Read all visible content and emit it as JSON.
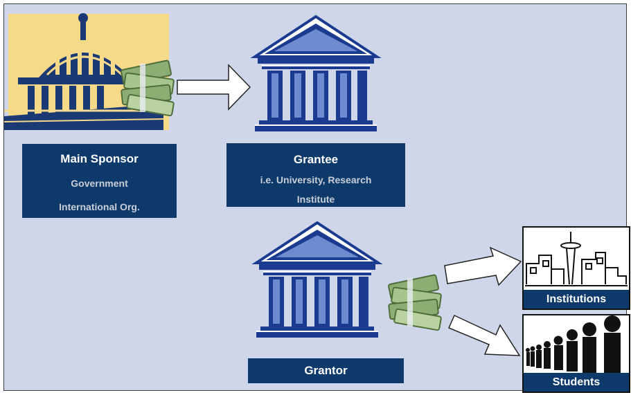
{
  "nodes": {
    "main_sponsor": {
      "title": "Main Sponsor",
      "line1": "Government",
      "line2": "International Org."
    },
    "grantee": {
      "title": "Grantee",
      "line1": "i.e. University, Research",
      "line2": "Institute"
    },
    "grantor": {
      "title": "Grantor"
    },
    "institutions": {
      "label": "Institutions"
    },
    "students": {
      "label": "Students"
    }
  },
  "colors": {
    "panel_background": "#cfd6ea",
    "box_fill": "#0e3a6b",
    "building_blue": "#1a3b8f",
    "money_green": "#8cae73",
    "capitol_gold": "#f7d98a"
  },
  "icons": [
    "capitol-building-icon",
    "money-stack-icon",
    "bank-building-icon",
    "city-skyline-icon",
    "student-silhouettes-icon",
    "arrow-icon"
  ]
}
